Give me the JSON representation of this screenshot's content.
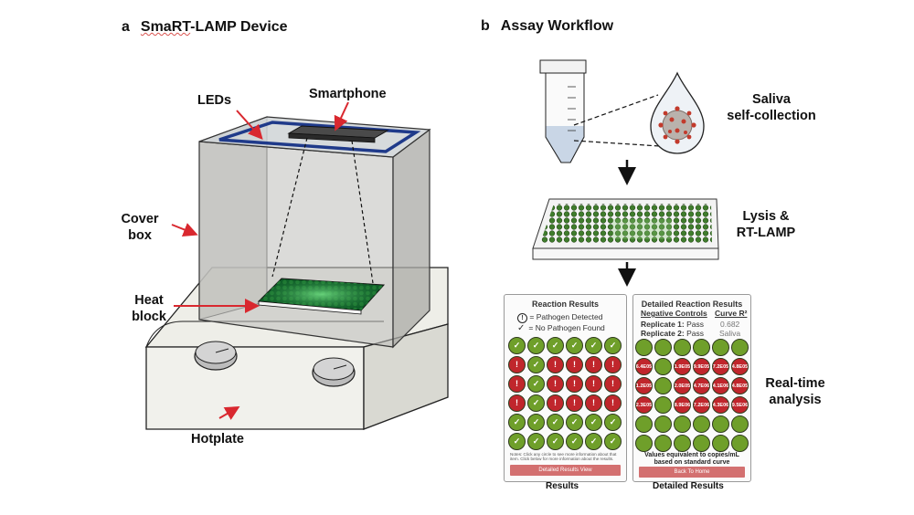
{
  "panel_a": {
    "letter": "a",
    "title_part1": "SmaRT",
    "title_part2": "-LAMP Device"
  },
  "panel_b": {
    "letter": "b",
    "title": "Assay Workflow"
  },
  "device_labels": {
    "leds": "LEDs",
    "smartphone": "Smartphone",
    "cover_box_line1": "Cover",
    "cover_box_line2": "box",
    "heat_block_line1": "Heat",
    "heat_block_line2": "block",
    "hotplate": "Hotplate"
  },
  "workflow_labels": {
    "saliva_line1": "Saliva",
    "saliva_line2": "self-collection",
    "lysis_line1": "Lysis &",
    "lysis_line2": "RT-LAMP",
    "realtime_line1": "Real-time",
    "realtime_line2": "analysis"
  },
  "results_screen": {
    "title": "Reaction Results",
    "legend_detected": "= Pathogen Detected",
    "legend_none": "= No Pathogen Found",
    "note": "Notes: Click any circle to see more information about that item. Click below for more information about the results.",
    "button": "Detailed Results View",
    "caption": "Results",
    "wells": [
      [
        "g",
        "g",
        "g",
        "g",
        "g",
        "g"
      ],
      [
        "r",
        "g",
        "r",
        "r",
        "r",
        "r"
      ],
      [
        "r",
        "g",
        "r",
        "r",
        "r",
        "r"
      ],
      [
        "r",
        "g",
        "r",
        "r",
        "r",
        "r"
      ],
      [
        "g",
        "g",
        "g",
        "g",
        "g",
        "g"
      ],
      [
        "g",
        "g",
        "g",
        "g",
        "g",
        "g"
      ]
    ]
  },
  "detail_screen": {
    "title": "Detailed Reaction Results",
    "col1_header": "Negative Controls",
    "col2_header": "Curve R²",
    "rep1_label": "Replicate 1:",
    "rep1_value": "Pass",
    "rep1_curve": "0.682",
    "rep2_label": "Replicate 2:",
    "rep2_value": "Pass",
    "rep2_curve": "Saliva",
    "footer_line1": "Values equivalent to copies/mL",
    "footer_line2": "based on standard curve",
    "button": "Back To Home",
    "caption": "Detailed Results",
    "wells": [
      [
        "g",
        "g",
        "g",
        "g",
        "g",
        "g"
      ],
      [
        "r",
        "g",
        "r",
        "r",
        "r",
        "r"
      ],
      [
        "r",
        "g",
        "r",
        "r",
        "r",
        "r"
      ],
      [
        "r",
        "g",
        "r",
        "r",
        "r",
        "r"
      ],
      [
        "g",
        "g",
        "g",
        "g",
        "g",
        "g"
      ],
      [
        "g",
        "g",
        "g",
        "g",
        "g",
        "g"
      ]
    ],
    "values": [
      [
        "",
        "",
        "",
        "",
        "",
        ""
      ],
      [
        "6.4E05",
        "",
        "1.9E05",
        "9.9E05",
        "7.2E05",
        "4.8E05"
      ],
      [
        "1.2E05",
        "",
        "2.0E05",
        "4.7E06",
        "4.1E06",
        "4.8E05"
      ],
      [
        "2.3E05",
        "",
        "8.9E06",
        "7.2E06",
        "4.3E06",
        "9.5E06"
      ],
      [
        "",
        "",
        "",
        "",
        "",
        ""
      ],
      [
        "",
        "",
        "",
        "",
        "",
        ""
      ]
    ]
  },
  "colors": {
    "well_green": "#6f9f2a",
    "well_red": "#c0262c",
    "arrow_red": "#d9282f",
    "led_blue": "#1f3a8a",
    "plate_green": "#2e8b3c"
  }
}
